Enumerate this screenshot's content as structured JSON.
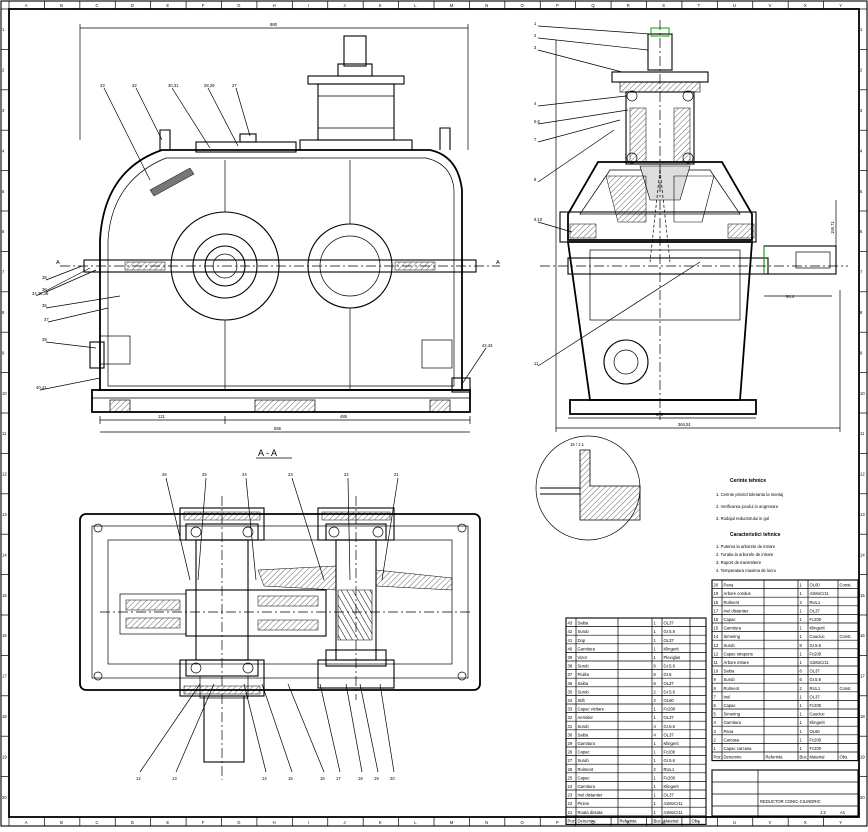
{
  "border": {
    "top_letters": [
      "A",
      "B",
      "C",
      "D",
      "E",
      "F",
      "G",
      "H",
      "I",
      "J",
      "K",
      "L",
      "M",
      "N",
      "O",
      "P",
      "Q",
      "R",
      "S",
      "T",
      "U",
      "V",
      "X",
      "Y"
    ],
    "side_numbers": [
      "1",
      "2",
      "3",
      "4",
      "5",
      "6",
      "7",
      "8",
      "9",
      "10",
      "11",
      "12",
      "13",
      "14",
      "15",
      "16",
      "17",
      "18",
      "19",
      "20"
    ]
  },
  "section_title": "A - A",
  "front_view": {
    "callouts": [
      "33",
      "32",
      "30,31",
      "28,29",
      "27",
      "36",
      "35",
      "34,35,36",
      "37",
      "38",
      "39",
      "40,41",
      "42,43"
    ],
    "section_marks": [
      "A",
      "A"
    ],
    "dims": [
      "555",
      "121",
      "485",
      "880"
    ]
  },
  "side_view": {
    "callouts": [
      "1",
      "2",
      "3",
      "4",
      "5,6",
      "7",
      "8",
      "9,10",
      "11"
    ],
    "dims": [
      "536",
      "364,91",
      "84,4",
      "155,71"
    ]
  },
  "plan_view": {
    "callouts_top": [
      "26",
      "25",
      "24",
      "23",
      "22",
      "21"
    ],
    "callouts_bottom": [
      "12",
      "13",
      "14",
      "15",
      "16",
      "17",
      "18",
      "19",
      "20"
    ]
  },
  "detail": {
    "label": "15 / 1:1"
  },
  "notes": {
    "title1": "Cerinte tehnice",
    "lines1": [
      "1. Cerinte privind toleranta la montaj",
      "2. Verificarea jocului in angrenare",
      "3. Rodajul reductorului in gol"
    ],
    "title2": "Caracteristici tehnice",
    "lines2": [
      "1. Puterea la arborele de intrare",
      "2. Turatia la arborele de intrare",
      "3. Raport de transmitere",
      "4. Temperatura maxima de lucru"
    ]
  },
  "bom_left": {
    "rows": [
      [
        "43",
        "Saiba",
        "",
        "1",
        "OL37",
        ""
      ],
      [
        "42",
        "Surub",
        "",
        "1",
        "Gr.5.6",
        ""
      ],
      [
        "41",
        "Dop",
        "",
        "1",
        "OL37",
        ""
      ],
      [
        "40",
        "Garnitura",
        "",
        "1",
        "Klingerit",
        ""
      ],
      [
        "39",
        "Vizor",
        "",
        "1",
        "Plexiglas",
        ""
      ],
      [
        "38",
        "Surub",
        "",
        "6",
        "Gr.5.6",
        ""
      ],
      [
        "37",
        "Piulita",
        "",
        "6",
        "Gr.5",
        ""
      ],
      [
        "36",
        "Saiba",
        "",
        "6",
        "OL37",
        ""
      ],
      [
        "35",
        "Surub",
        "",
        "2",
        "Gr.5.6",
        ""
      ],
      [
        "34",
        "Stift",
        "",
        "2",
        "OL60",
        ""
      ],
      [
        "33",
        "Capac vizitare",
        "",
        "1",
        "Fc200",
        ""
      ],
      [
        "32",
        "Aerisitor",
        "",
        "1",
        "OL37",
        ""
      ],
      [
        "31",
        "Surub",
        "",
        "4",
        "Gr.5.6",
        ""
      ],
      [
        "30",
        "Saiba",
        "",
        "4",
        "OL37",
        ""
      ],
      [
        "29",
        "Garnitura",
        "",
        "1",
        "Klingerit",
        ""
      ],
      [
        "28",
        "Capac",
        "",
        "1",
        "Fc200",
        ""
      ],
      [
        "27",
        "Surub",
        "",
        "1",
        "Gr.5.6",
        ""
      ],
      [
        "26",
        "Rulment",
        "",
        "2",
        "RUL1",
        ""
      ],
      [
        "25",
        "Capac",
        "",
        "1",
        "Fc200",
        ""
      ],
      [
        "24",
        "Garnitura",
        "",
        "1",
        "Klingerit",
        ""
      ],
      [
        "23",
        "Inel distantier",
        "",
        "1",
        "OL37",
        ""
      ],
      [
        "22",
        "Pinion",
        "",
        "1",
        "41MoCr11",
        ""
      ],
      [
        "21",
        "Roata dintata",
        "",
        "1",
        "41MoCr11",
        ""
      ]
    ],
    "headers": [
      "Poz.",
      "Denumire",
      "Referinta",
      "Buc.",
      "Material",
      "Obs."
    ]
  },
  "bom_right": {
    "rows": [
      [
        "20",
        "Pana",
        "",
        "1",
        "OL60",
        "Const."
      ],
      [
        "19",
        "Arbore condus",
        "",
        "1",
        "41MoCr11",
        ""
      ],
      [
        "18",
        "Rulment",
        "",
        "2",
        "RUL1",
        ""
      ],
      [
        "17",
        "Inel distantier",
        "",
        "1",
        "OL37",
        ""
      ],
      [
        "16",
        "Capac",
        "",
        "1",
        "Fc200",
        ""
      ],
      [
        "15",
        "Garnitura",
        "",
        "1",
        "Klingerit",
        ""
      ],
      [
        "14",
        "Simering",
        "",
        "1",
        "Cauciuc",
        "Const."
      ],
      [
        "13",
        "Surub",
        "",
        "8",
        "Gr.5.6",
        ""
      ],
      [
        "12",
        "Capac strapuns",
        "",
        "1",
        "Fc200",
        ""
      ],
      [
        "11",
        "Arbore intrare",
        "",
        "1",
        "41MoCr11",
        ""
      ],
      [
        "10",
        "Saiba",
        "",
        "6",
        "OL37",
        ""
      ],
      [
        "9",
        "Surub",
        "",
        "6",
        "Gr.5.6",
        ""
      ],
      [
        "8",
        "Rulment",
        "",
        "2",
        "RUL1",
        "Const."
      ],
      [
        "7",
        "Inel",
        "",
        "1",
        "OL37",
        ""
      ],
      [
        "6",
        "Capac",
        "",
        "1",
        "Fc200",
        ""
      ],
      [
        "5",
        "Simering",
        "",
        "1",
        "Cauciuc",
        ""
      ],
      [
        "4",
        "Garnitura",
        "",
        "1",
        "Klingerit",
        ""
      ],
      [
        "3",
        "Pana",
        "",
        "1",
        "OL60",
        ""
      ],
      [
        "2",
        "Carcasa",
        "",
        "1",
        "Fc200",
        ""
      ],
      [
        "1",
        "Capac carcasa",
        "",
        "1",
        "Fc200",
        ""
      ]
    ],
    "headers": [
      "Poz.",
      "Denumire",
      "Referinta",
      "Buc.",
      "Material",
      "Obs."
    ]
  },
  "title_block": {
    "drawing_name": "REDUCTOR CONIC-CILINDRIC",
    "scale": "1:2",
    "sheet": "A1"
  }
}
